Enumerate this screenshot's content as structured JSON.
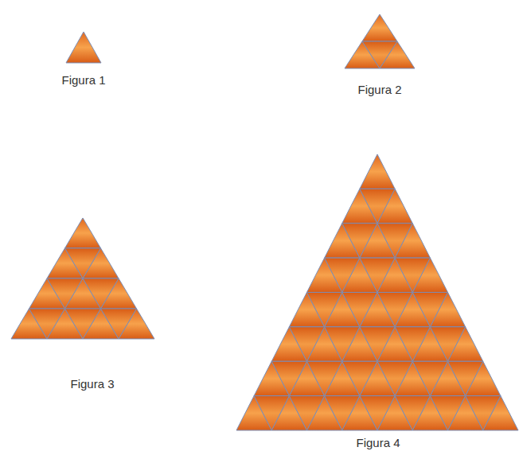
{
  "diagram": {
    "labels": [
      "Figura 1",
      "Figura 2",
      "Figura 3",
      "Figura 4"
    ]
  }
}
